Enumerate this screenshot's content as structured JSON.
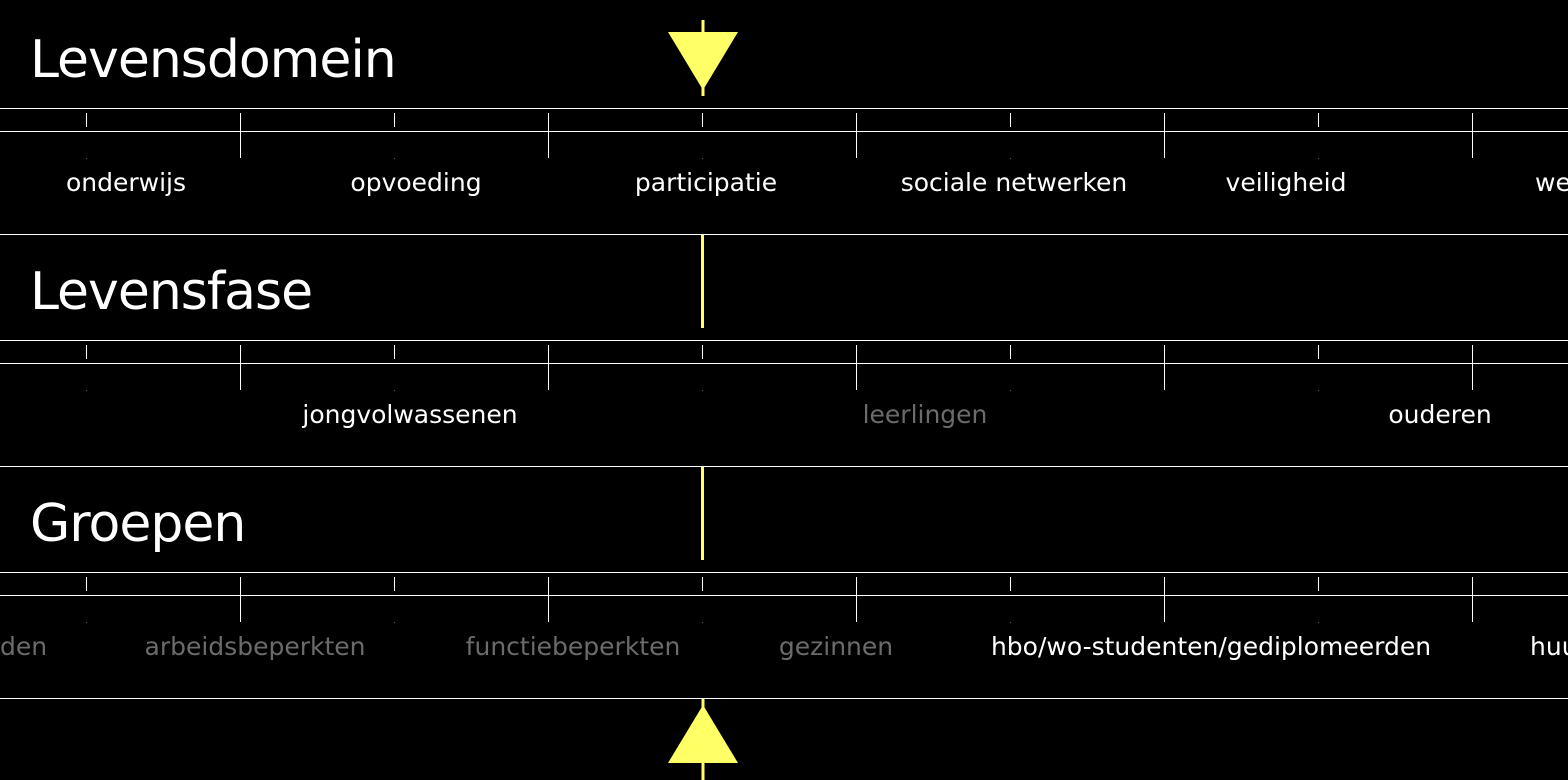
{
  "accent": "#ffff66",
  "marker_icon": "triangle-marker-icon",
  "sections": [
    {
      "title": "Levensdomein",
      "items": [
        {
          "label": "onderwijs",
          "dim": false
        },
        {
          "label": "opvoeding",
          "dim": false
        },
        {
          "label": "participatie",
          "dim": false,
          "selected": true
        },
        {
          "label": "sociale netwerken",
          "dim": false
        },
        {
          "label": "veiligheid",
          "dim": false
        },
        {
          "label": "we",
          "dim": false
        }
      ]
    },
    {
      "title": "Levensfase",
      "items": [
        {
          "label": "jongvolwassenen",
          "dim": false
        },
        {
          "label": "leerlingen",
          "dim": true
        },
        {
          "label": "ouderen",
          "dim": false
        }
      ]
    },
    {
      "title": "Groepen",
      "items": [
        {
          "label": "den",
          "dim": true
        },
        {
          "label": "arbeidsbeperkten",
          "dim": true
        },
        {
          "label": "functiebeperkten",
          "dim": true
        },
        {
          "label": "gezinnen",
          "dim": true
        },
        {
          "label": "hbo/wo-studenten/gediplomeerden",
          "dim": false
        },
        {
          "label": "huu",
          "dim": false
        }
      ]
    }
  ]
}
